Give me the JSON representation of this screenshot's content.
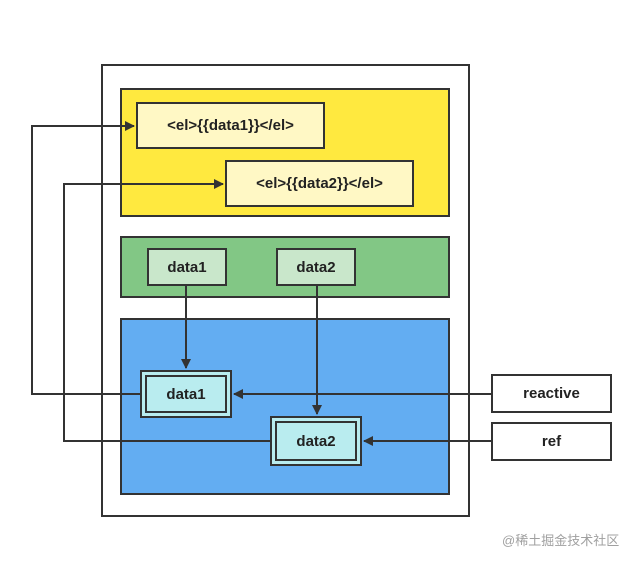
{
  "diagram": {
    "template_line_1": "<el>{{data1}}</el>",
    "template_line_2": "<el>{{data2}}</el>",
    "green_data1": "data1",
    "green_data2": "data2",
    "blue_data1": "data1",
    "blue_data2": "data2",
    "reactive_label": "reactive",
    "ref_label": "ref"
  },
  "watermark": "@稀土掘金技术社区",
  "colors": {
    "yellow": "#FFE93F",
    "green": "#82C785",
    "blue": "#63ADF2",
    "line": "#333333"
  }
}
